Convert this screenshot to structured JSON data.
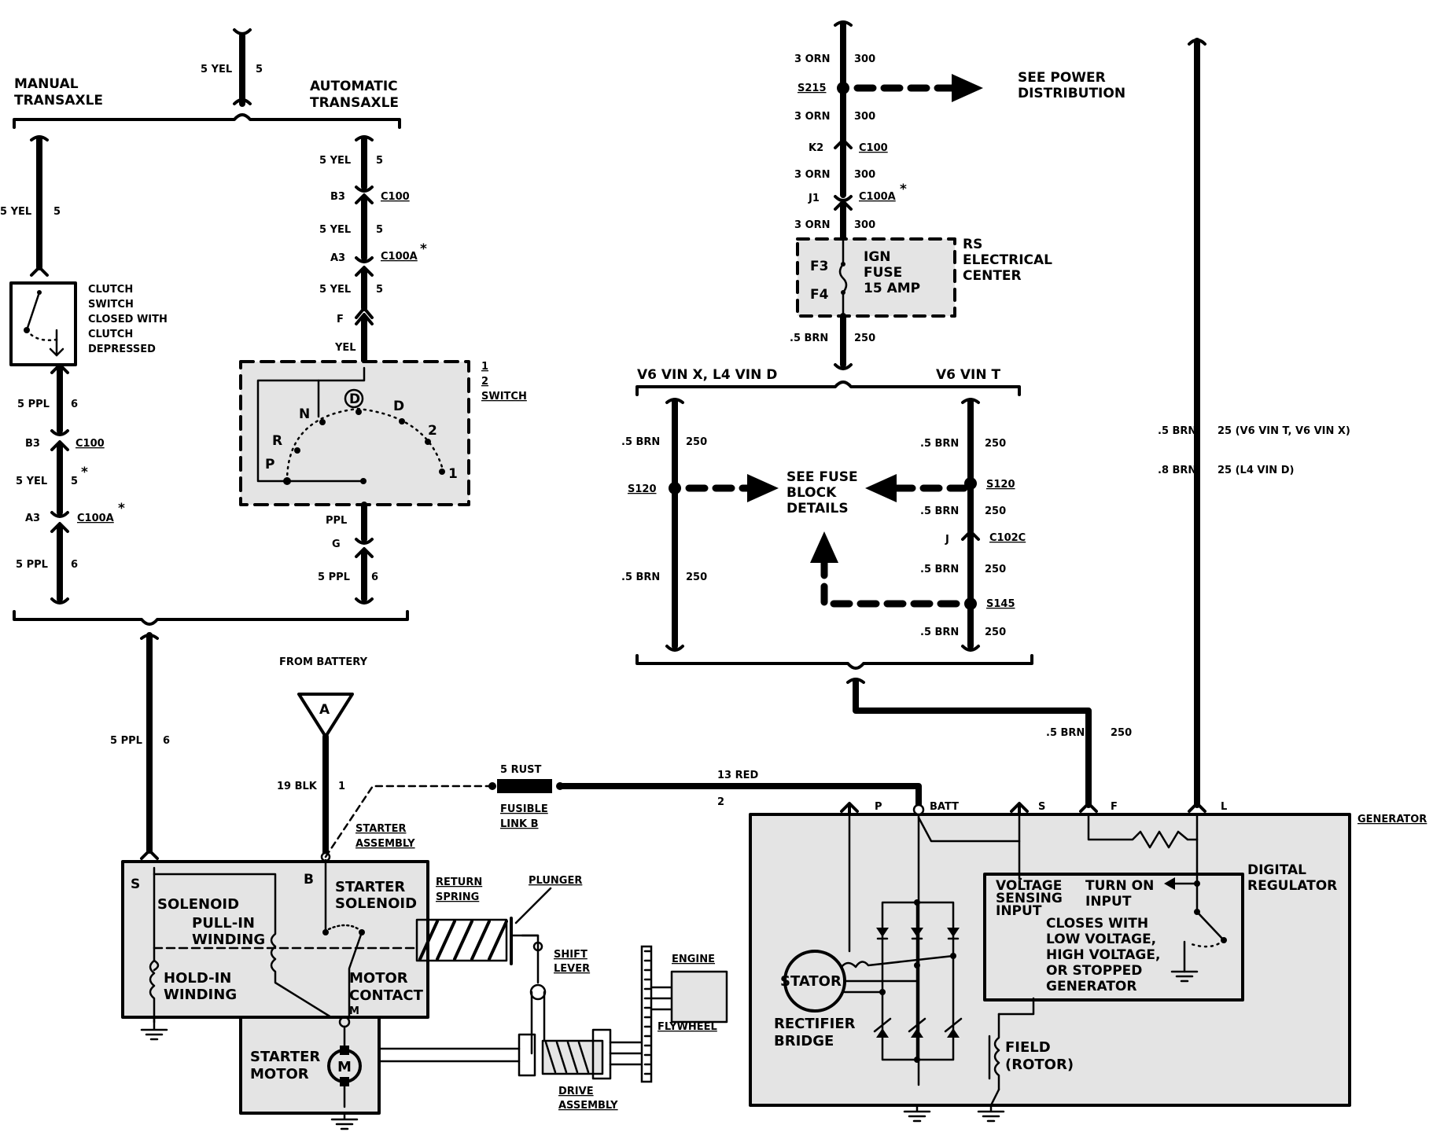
{
  "labels": {
    "manual_transaxle_1": "MANUAL",
    "manual_transaxle_2": "TRANSAXLE",
    "automatic_transaxle_1": "AUTOMATIC",
    "automatic_transaxle_2": "TRANSAXLE",
    "clutch_switch_1": "CLUTCH",
    "clutch_switch_2": "SWITCH",
    "clutch_switch_3": "CLOSED WITH",
    "clutch_switch_4": "CLUTCH",
    "clutch_switch_5": "DEPRESSED",
    "tps_1": "1",
    "tps_2": "2",
    "tps_3": "SWITCH",
    "see_power_1": "SEE POWER",
    "see_power_2": "DISTRIBUTION",
    "rs_elec_1": "RS",
    "rs_elec_2": "ELECTRICAL",
    "rs_elec_3": "CENTER",
    "ign_fuse_1": "IGN",
    "ign_fuse_2": "FUSE",
    "ign_fuse_3": "15 AMP",
    "v6_vin_x": "V6 VIN X, L4 VIN D",
    "v6_vin_t": "V6 VIN T",
    "see_fuse_1": "SEE FUSE",
    "see_fuse_2": "BLOCK",
    "see_fuse_3": "DETAILS",
    "from_battery": "FROM BATTERY",
    "battery_a": "A",
    "fusible_1": "FUSIBLE",
    "fusible_2": "LINK B",
    "starter_assembly_1": "STARTER",
    "starter_assembly_2": "ASSEMBLY",
    "generator": "GENERATOR",
    "s_term": "S",
    "b_term": "B",
    "m_term": "M",
    "solenoid": "SOLENOID",
    "pull_in_1": "PULL-IN",
    "pull_in_2": "WINDING",
    "hold_in_1": "HOLD-IN",
    "hold_in_2": "WINDING",
    "starter_solenoid_1": "STARTER",
    "starter_solenoid_2": "SOLENOID",
    "motor_contact_1": "MOTOR",
    "motor_contact_2": "CONTACT",
    "return_spring_1": "RETURN",
    "return_spring_2": "SPRING",
    "plunger": "PLUNGER",
    "shift_lever_1": "SHIFT",
    "shift_lever_2": "LEVER",
    "engine": "ENGINE",
    "flywheel": "FLYWHEEL",
    "drive_assembly_1": "DRIVE",
    "drive_assembly_2": "ASSEMBLY",
    "starter_motor_1": "STARTER",
    "starter_motor_2": "MOTOR",
    "motor_m": "M",
    "gen_p": "P",
    "gen_batt": "BATT",
    "gen_s": "S",
    "gen_f": "F",
    "gen_l": "L",
    "digital_reg_1": "DIGITAL",
    "digital_reg_2": "REGULATOR",
    "voltage_sensing_1": "VOLTAGE",
    "voltage_sensing_2": "SENSING",
    "voltage_sensing_3": "INPUT",
    "turn_on_1": "TURN ON",
    "turn_on_2": "INPUT",
    "closes_1": "CLOSES WITH",
    "closes_2": "LOW VOLTAGE,",
    "closes_3": "HIGH VOLTAGE,",
    "closes_4": "OR STOPPED",
    "closes_5": "GENERATOR",
    "stator": "STATOR",
    "rectifier_1": "RECTIFIER",
    "rectifier_2": "BRIDGE",
    "field_1": "FIELD",
    "field_2": "(ROTOR)",
    "tps_p": "P",
    "tps_r": "R",
    "tps_n": "N",
    "tps_d_circled": "D",
    "tps_d": "D",
    "fuse_f3": "F3",
    "fuse_f4": "F4"
  },
  "wires": {
    "w_5yel_top": "5 YEL",
    "w_5_top": "5",
    "w_5yel_manual": "5 YEL",
    "w_5_manual": "5",
    "w_5yel_auto1": "5 YEL",
    "w_5_auto1": "5",
    "w_b3_auto": "B3",
    "w_c100_auto": "C100",
    "w_5yel_auto2": "5 YEL",
    "w_5_auto2": "5",
    "w_a3_auto": "A3",
    "w_c100a_auto": "C100A",
    "w_5yel_auto3": "5 YEL",
    "w_5_auto3": "5",
    "w_f_auto": "F",
    "w_yel_auto": "YEL",
    "w_ppl_auto": "PPL",
    "w_g_auto": "G",
    "w_5ppl_auto": "5 PPL",
    "w_6_auto": "6",
    "w_5ppl_man1": "5 PPL",
    "w_6_man1": "6",
    "w_b3_man": "B3",
    "w_c100_man": "C100",
    "w_5yel_man2": "5 YEL",
    "w_5_man2": "5",
    "w_a3_man": "A3",
    "w_c100a_man": "C100A",
    "w_5ppl_man3": "5 PPL",
    "w_6_man3": "6",
    "w_5ppl_low": "5 PPL",
    "w_6_low": "6",
    "w_19blk": "19 BLK",
    "w_1": "1",
    "w_5rust": "5 RUST",
    "w_13red": "13 RED",
    "w_2": "2",
    "w_3orn_1": "3 ORN",
    "w_300_1": "300",
    "w_s215": "S215",
    "w_3orn_2": "3 ORN",
    "w_300_2": "300",
    "w_k2": "K2",
    "w_c100_pwr": "C100",
    "w_3orn_3": "3 ORN",
    "w_300_3": "300",
    "w_j1": "J1",
    "w_c100a_pwr": "C100A",
    "w_3orn_4": "3 ORN",
    "w_300_4": "300",
    "w_5brn_fuse": ".5 BRN",
    "w_250_fuse": "250",
    "w_5brn_l1": ".5 BRN",
    "w_250_l1": "250",
    "w_s120_l": "S120",
    "w_5brn_l2": ".5 BRN",
    "w_250_l2": "250",
    "w_5brn_r1": ".5 BRN",
    "w_250_r1": "250",
    "w_s120_r": "S120",
    "w_5brn_r2": ".5 BRN",
    "w_250_r2": "250",
    "w_j": "J",
    "w_c102c": "C102C",
    "w_5brn_r3": ".5 BRN",
    "w_250_r3": "250",
    "w_s145": "S145",
    "w_5brn_r4": ".5 BRN",
    "w_250_r4": "250",
    "w_5brn_gen": ".5 BRN",
    "w_250_gen": "250",
    "w_5brn_l": ".5 BRN",
    "w_25_v6": "25 (V6 VIN T, V6 VIN X)",
    "w_8brn_l": ".8 BRN",
    "w_25_l4": "25 (L4 VIN D)",
    "star": "*"
  }
}
